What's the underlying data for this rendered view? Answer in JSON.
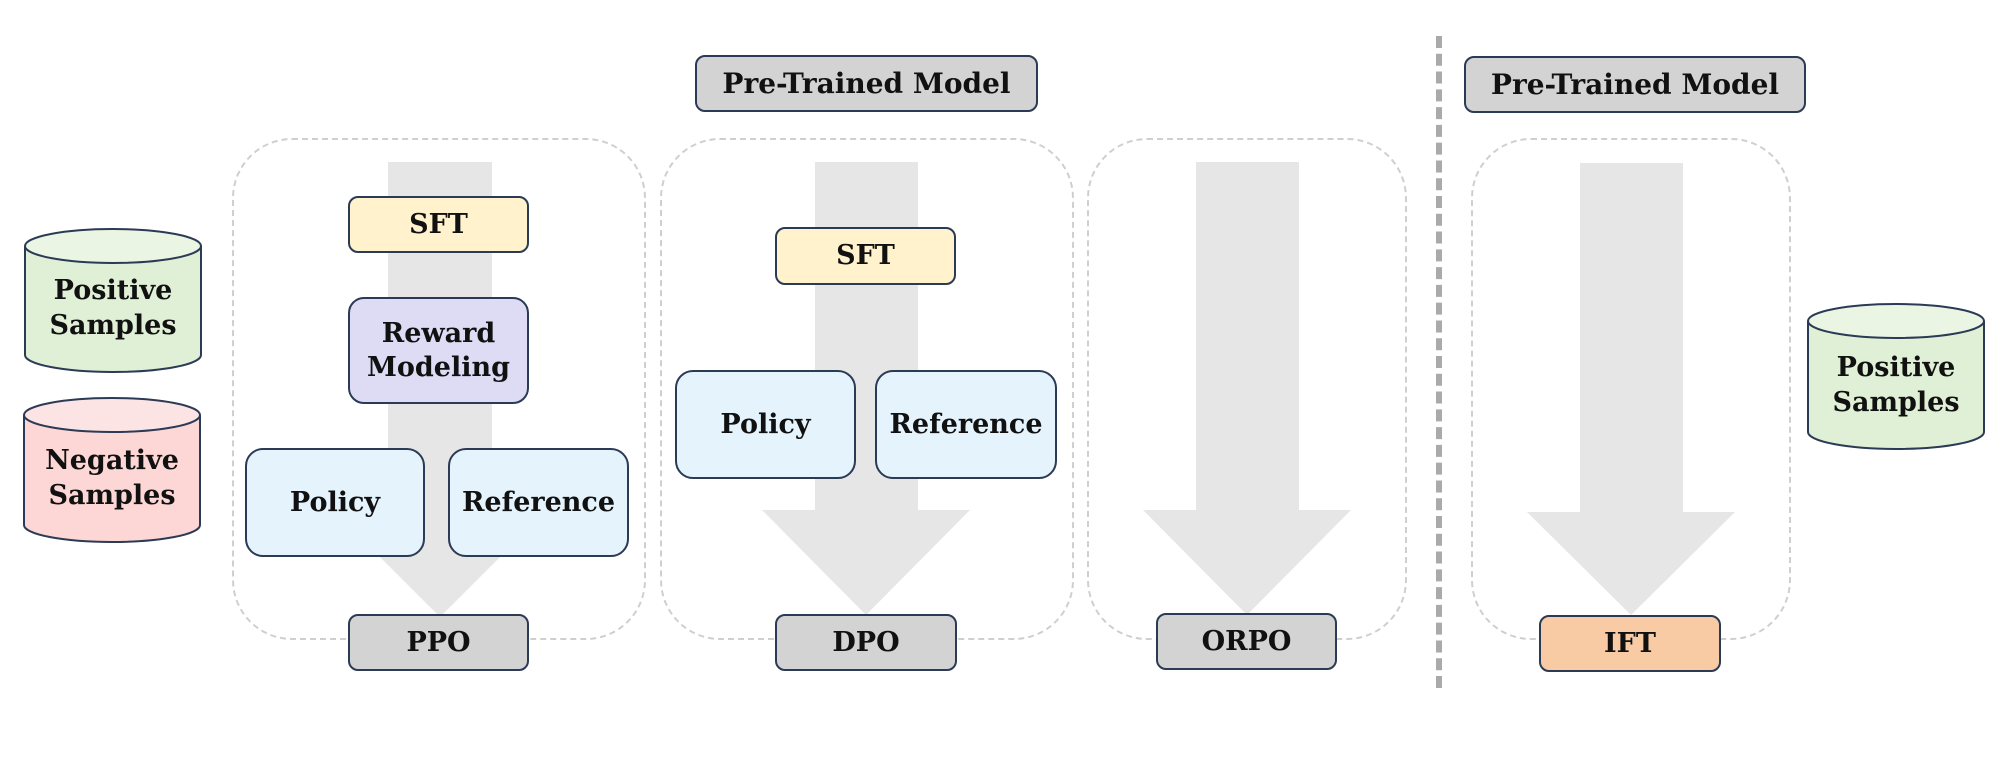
{
  "colors": {
    "panel_border": "#cfcfcf",
    "arrow": "#e6e6e6",
    "box_border": "#2b3a55",
    "gray_box": "#d3d3d3",
    "sft": "#fff2cc",
    "reward": "#dedcf5",
    "policy": "#e5f3fd",
    "ift": "#f9cba4",
    "positive_top": "#eaf5e4",
    "positive_body": "#e0f0d6",
    "negative_top": "#fde4e4",
    "negative_body": "#fdd6d6",
    "divider": "#aaaaaa"
  },
  "left_data": {
    "positive": {
      "line1": "Positive",
      "line2": "Samples"
    },
    "negative": {
      "line1": "Negative",
      "line2": "Samples"
    }
  },
  "preference_group": {
    "header": "Pre-Trained Model",
    "ppo": {
      "sft": "SFT",
      "reward": {
        "line1": "Reward",
        "line2": "Modeling"
      },
      "policy": "Policy",
      "reference": "Reference",
      "label": "PPO"
    },
    "dpo": {
      "sft": "SFT",
      "policy": "Policy",
      "reference": "Reference",
      "label": "DPO"
    },
    "orpo": {
      "label": "ORPO"
    }
  },
  "ift_group": {
    "header": "Pre-Trained Model",
    "label": "IFT",
    "positive": {
      "line1": "Positive",
      "line2": "Samples"
    }
  }
}
